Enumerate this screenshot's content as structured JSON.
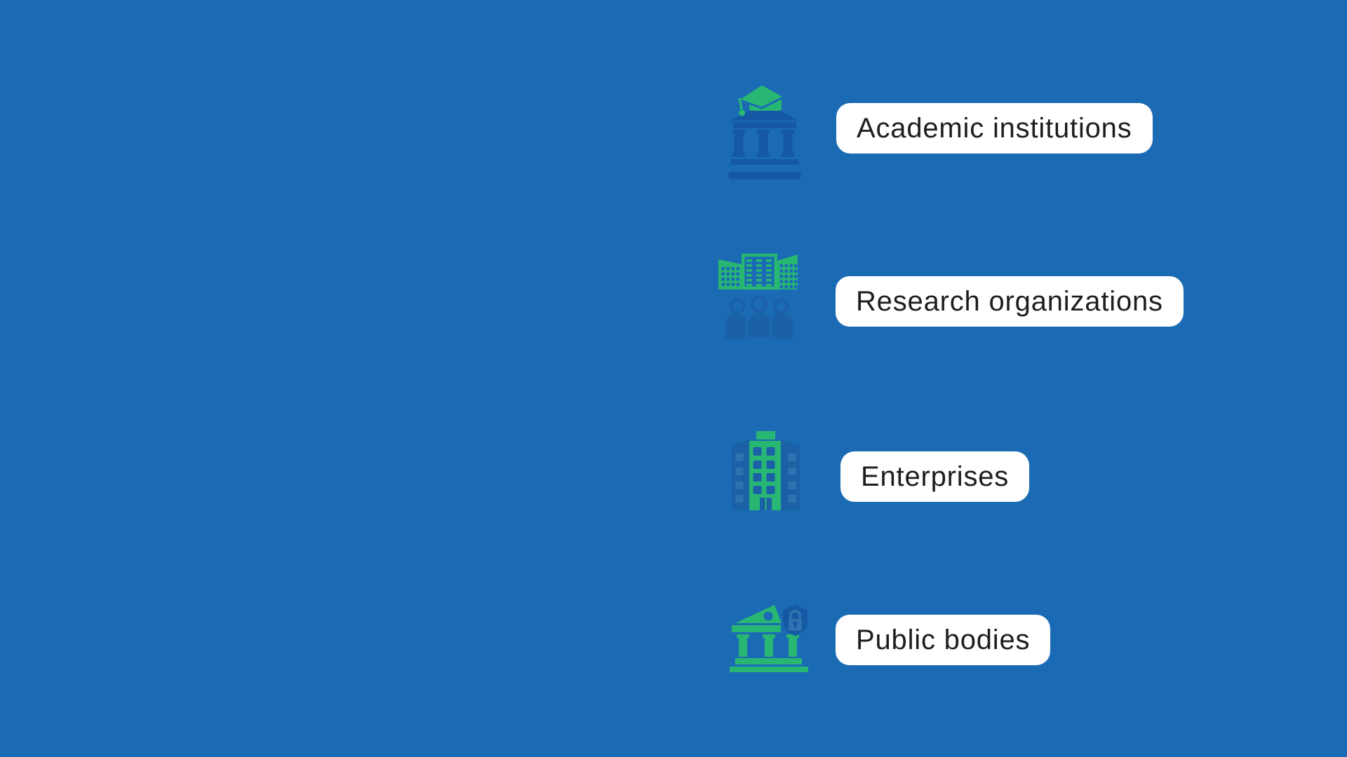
{
  "page": {
    "description": "Four audience categories infographic on blue background"
  },
  "colors": {
    "background": "#1a6bb4",
    "green": "#28b673",
    "dark_blue": "#1558a3",
    "muted_blue": "#1a61a8",
    "light_blue": "#2e72b0",
    "pill_bg": "#ffffff",
    "text": "#1e1e20"
  },
  "items": [
    {
      "label": "Academic institutions",
      "icon": "academic-institution-icon"
    },
    {
      "label": "Research organizations",
      "icon": "research-organization-icon"
    },
    {
      "label": "Enterprises",
      "icon": "enterprise-building-icon"
    },
    {
      "label": "Public bodies",
      "icon": "public-body-icon"
    }
  ]
}
